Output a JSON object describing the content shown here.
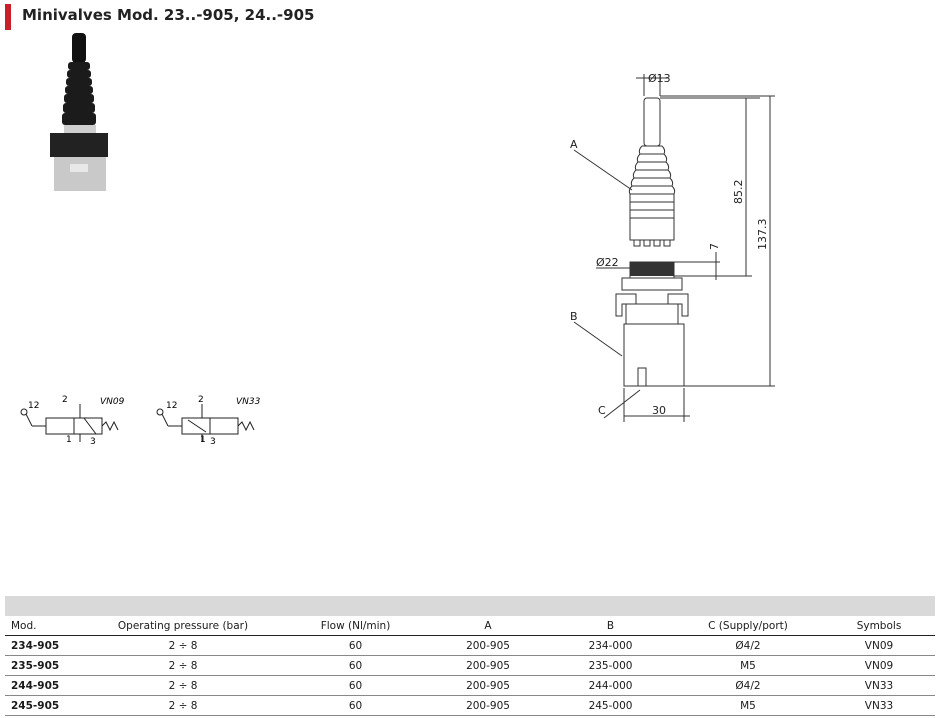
{
  "title": "Minivalves Mod. 23..-905, 24..-905",
  "drawing": {
    "label_a": "A",
    "label_b": "B",
    "label_c": "C",
    "dim_d13": "Ø13",
    "dim_d22": "Ø22",
    "dim_852": "85.2",
    "dim_1373": "137.3",
    "dim_7": "7",
    "dim_30": "30"
  },
  "symbols": [
    {
      "name": "VN09",
      "port_12": "12",
      "port_2": "2",
      "port_1": "1",
      "port_3": "3"
    },
    {
      "name": "VN33",
      "port_12": "12",
      "port_2": "2",
      "port_1": "1",
      "port_3": "3"
    }
  ],
  "table": {
    "headers": [
      "Mod.",
      "Operating pressure (bar)",
      "Flow (Nl/min)",
      "A",
      "B",
      "C (Supply/port)",
      "Symbols"
    ],
    "rows": [
      [
        "234-905",
        "2 ÷ 8",
        "60",
        "200-905",
        "234-000",
        "Ø4/2",
        "VN09"
      ],
      [
        "235-905",
        "2 ÷ 8",
        "60",
        "200-905",
        "235-000",
        "M5",
        "VN09"
      ],
      [
        "244-905",
        "2 ÷ 8",
        "60",
        "200-905",
        "244-000",
        "Ø4/2",
        "VN33"
      ],
      [
        "245-905",
        "2 ÷ 8",
        "60",
        "200-905",
        "245-000",
        "M5",
        "VN33"
      ]
    ]
  }
}
